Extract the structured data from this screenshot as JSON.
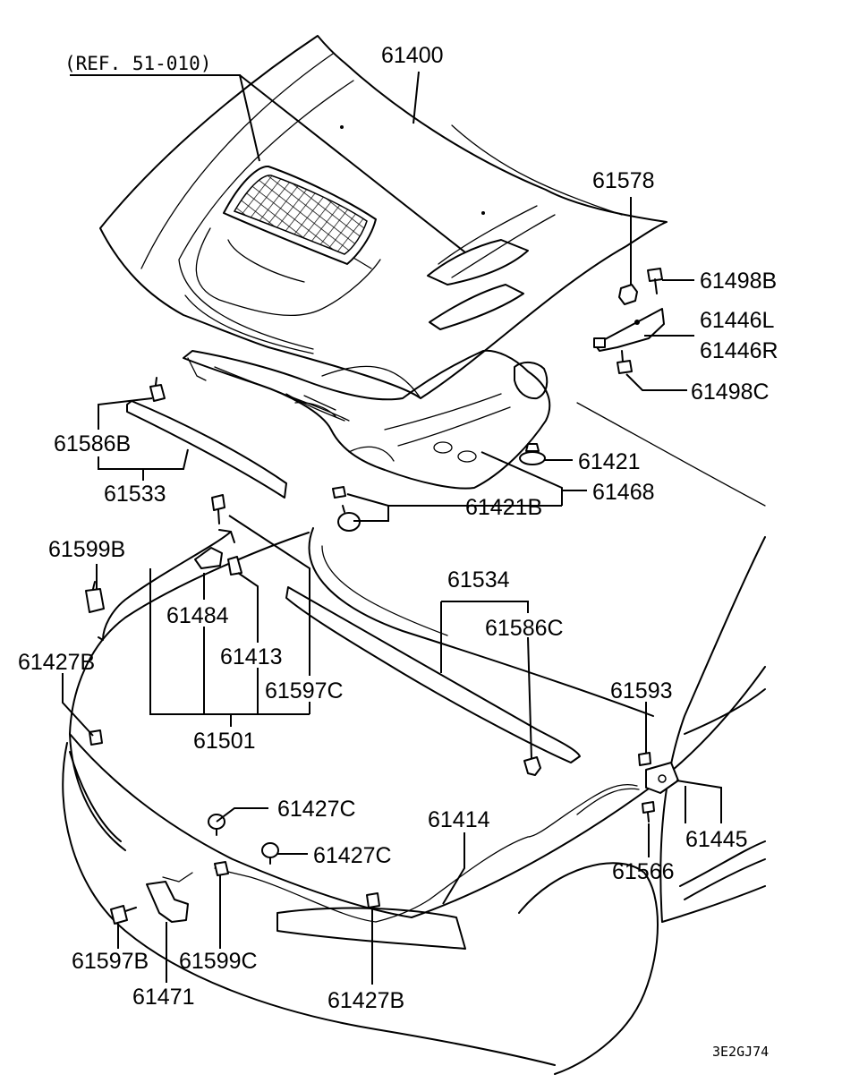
{
  "diagram": {
    "reference_note": "(REF. 51-010)",
    "drawing_code": "3E2GJ74",
    "part_labels": {
      "p61400": "61400",
      "p61578": "61578",
      "p61498B": "61498B",
      "p61446L": "61446L",
      "p61446R": "61446R",
      "p61498C": "61498C",
      "p61421": "61421",
      "p61468": "61468",
      "p61421B": "61421B",
      "p61586B": "61586B",
      "p61533": "61533",
      "p61599B": "61599B",
      "p61484": "61484",
      "p61413": "61413",
      "p61597C": "61597C",
      "p61501": "61501",
      "p61427B_top": "61427B",
      "p61534": "61534",
      "p61586C": "61586C",
      "p61593": "61593",
      "p61427C_a": "61427C",
      "p61427C_b": "61427C",
      "p61414": "61414",
      "p61445": "61445",
      "p61566": "61566",
      "p61597B": "61597B",
      "p61599C": "61599C",
      "p61471": "61471",
      "p61427B_bottom": "61427B"
    }
  }
}
